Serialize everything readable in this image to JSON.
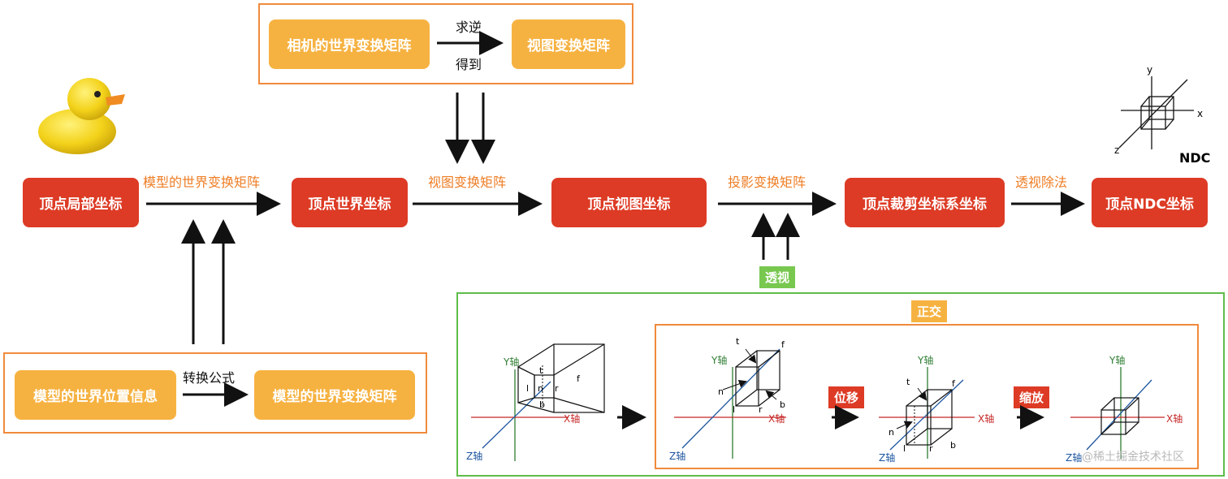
{
  "boxes": {
    "local": "顶点局部坐标",
    "world": "顶点世界坐标",
    "view": "顶点视图坐标",
    "clip": "顶点裁剪坐标系坐标",
    "ndc": "顶点NDC坐标"
  },
  "arrows": {
    "model_matrix": "模型的世界变换矩阵",
    "view_matrix": "视图变换矩阵",
    "projection_matrix": "投影变换矩阵",
    "perspective_divide": "透视除法"
  },
  "camera_group": {
    "camera_world_matrix": "相机的世界变换矩阵",
    "inverse_top": "求逆",
    "inverse_bottom": "得到",
    "view_matrix": "视图变换矩阵"
  },
  "model_group": {
    "world_position_info": "模型的世界位置信息",
    "conversion": "转换公式",
    "model_world_matrix": "模型的世界变换矩阵"
  },
  "projection_group": {
    "perspective": "透视",
    "orthographic": "正交",
    "translate": "位移",
    "scale": "缩放"
  },
  "ndc_axes": {
    "label": "NDC",
    "x": "x",
    "y": "y",
    "z": "z"
  },
  "axes": {
    "y": "Y轴",
    "x": "X轴",
    "z": "Z轴"
  },
  "frustum_labels": {
    "t": "t",
    "n": "n",
    "r": "r",
    "l": "l",
    "b": "b",
    "f": "f"
  },
  "watermark": "@稀土掘金技术社区",
  "colors": {
    "red_box": "#dd3b25",
    "orange_box": "#f6b241",
    "orange_frame": "#f08a3c",
    "green_frame": "#5fbd4a",
    "orange_text": "#ee7d24",
    "green_tag": "#78c850",
    "axis_y": "#2e7d32",
    "axis_x": "#c62828",
    "axis_z": "#1e56a0"
  }
}
